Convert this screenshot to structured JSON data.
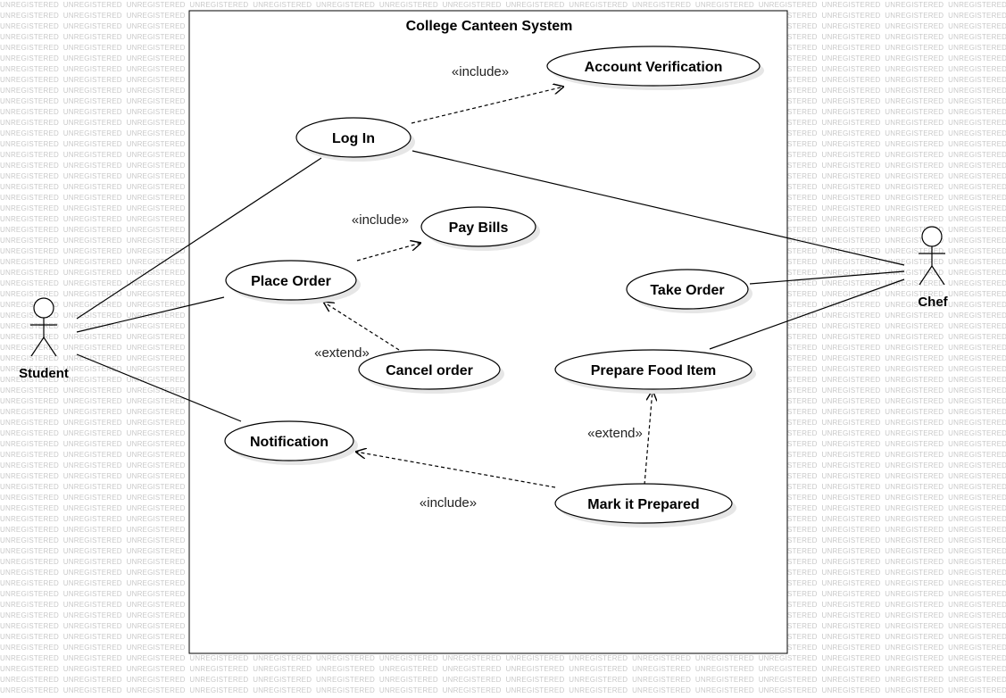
{
  "watermark": "UNREGISTERED",
  "system": {
    "title": "College Canteen System"
  },
  "actors": {
    "student": "Student",
    "chef": "Chef"
  },
  "use_cases": {
    "account_verification": "Account Verification",
    "log_in": "Log In",
    "pay_bills": "Pay Bills",
    "place_order": "Place Order",
    "take_order": "Take Order",
    "cancel_order": "Cancel order",
    "prepare_food_item": "Prepare Food Item",
    "notification": "Notification",
    "mark_it_prepared": "Mark it Prepared"
  },
  "stereotypes": {
    "login_include": "«include»",
    "place_order_include": "«include»",
    "cancel_extend": "«extend»",
    "mark_extend": "«extend»",
    "mark_include": "«include»"
  },
  "colors": {
    "line": "#000000",
    "shadow": "#e6e6e6",
    "watermark": "#c9c9c9"
  }
}
